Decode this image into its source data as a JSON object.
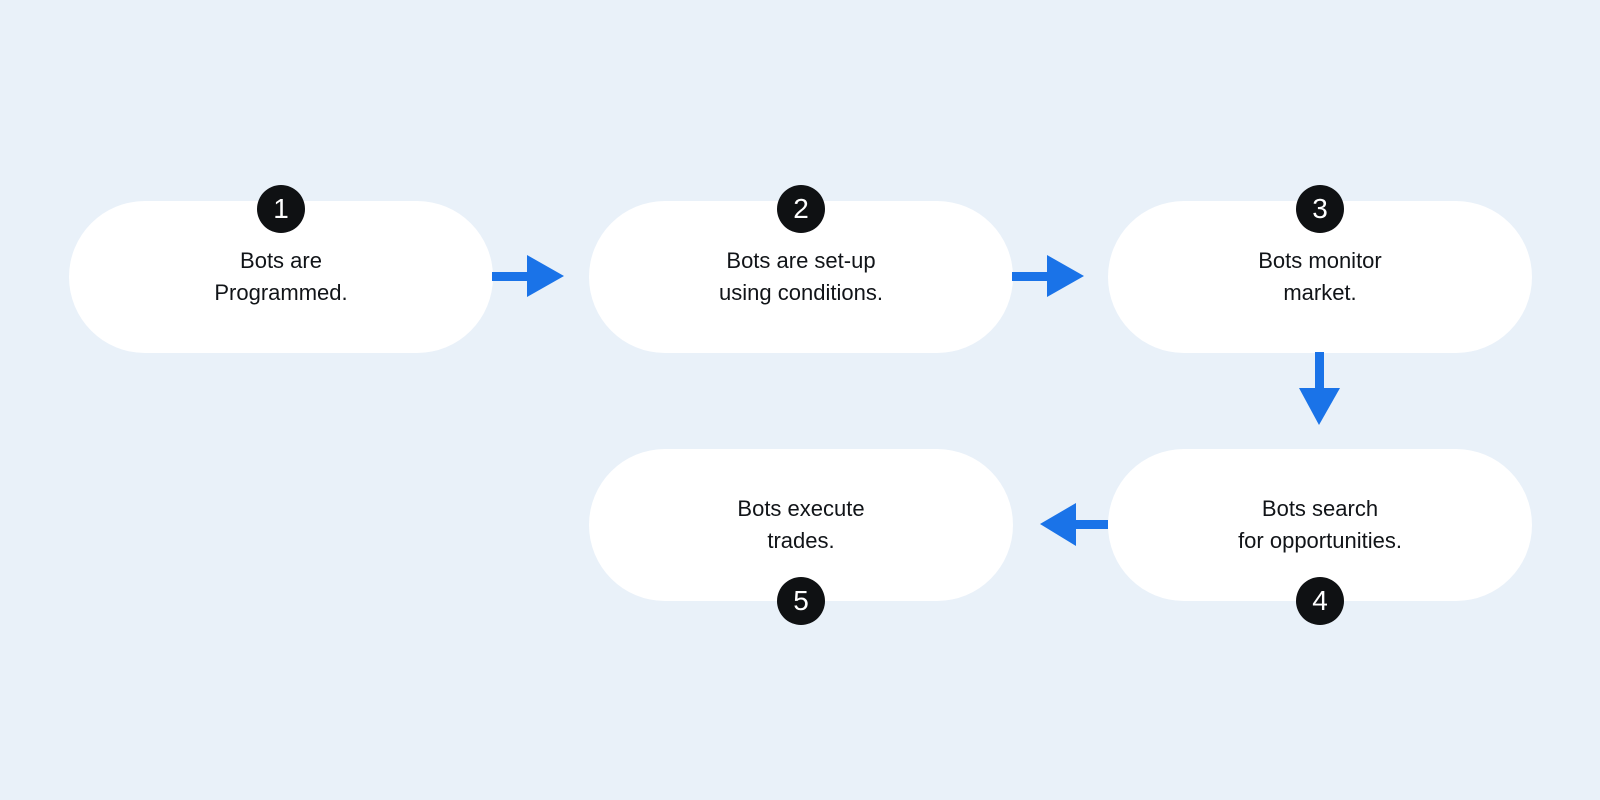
{
  "diagram": {
    "accent_color": "#1a73e8",
    "steps": [
      {
        "number": "1",
        "text": "Bots are\nProgrammed."
      },
      {
        "number": "2",
        "text": "Bots are set-up\nusing conditions."
      },
      {
        "number": "3",
        "text": "Bots monitor\nmarket."
      },
      {
        "number": "4",
        "text": "Bots search\nfor opportunities."
      },
      {
        "number": "5",
        "text": "Bots execute\ntrades."
      }
    ]
  }
}
